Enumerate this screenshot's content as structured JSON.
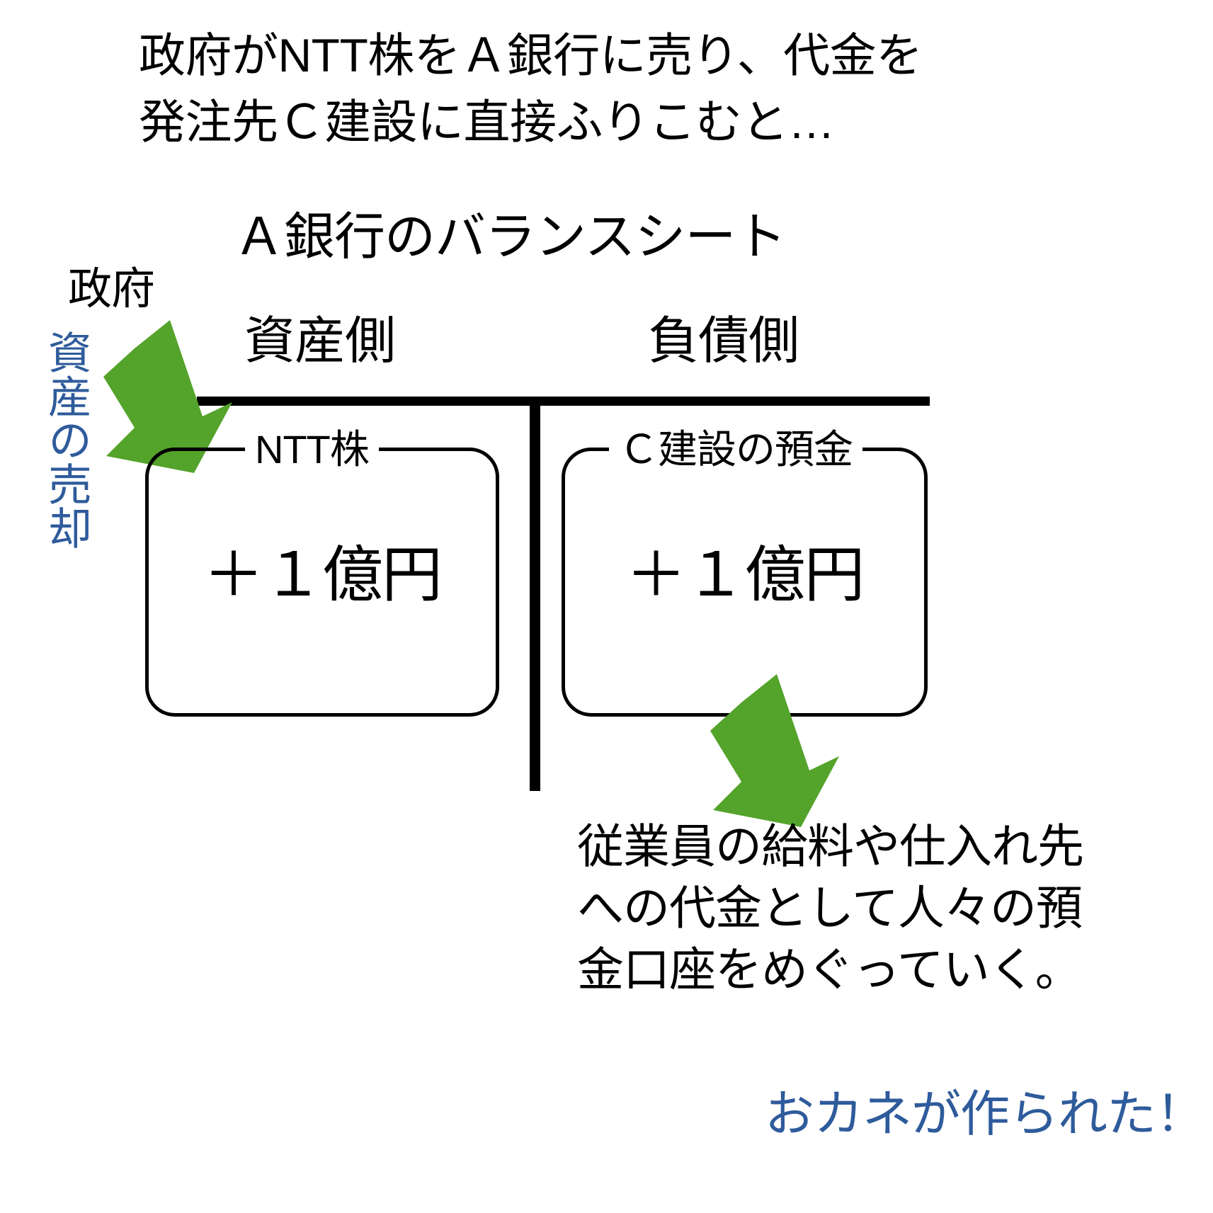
{
  "header": {
    "caption": "政府がNTT株をＡ銀行に売り、代金を\n発注先Ｃ建設に直接ふりこむと…"
  },
  "balance_sheet": {
    "title": "Ａ銀行のバランスシート",
    "assets_header": "資産側",
    "liabilities_header": "負債側",
    "assets_box": {
      "legend": "NTT株",
      "amount": "＋１億円"
    },
    "liabilities_box": {
      "legend": "Ｃ建設の預金",
      "amount": "＋１億円"
    }
  },
  "annotations": {
    "government_label": "政府",
    "asset_sale_vertical": "資産の売却",
    "flow_explanation": "従業員の給料や仕入れ先\nへの代金として人々の預\n金口座をめぐっていく。",
    "money_created": "おカネが作られた！"
  },
  "icons": {
    "arrow_government": "down-right-arrow-icon",
    "arrow_deposit_flow": "down-right-arrow-icon"
  },
  "colors": {
    "arrow_green": "#54A32B",
    "accent_blue": "#2E5B9B",
    "line_black": "#000000",
    "background": "#ffffff"
  }
}
